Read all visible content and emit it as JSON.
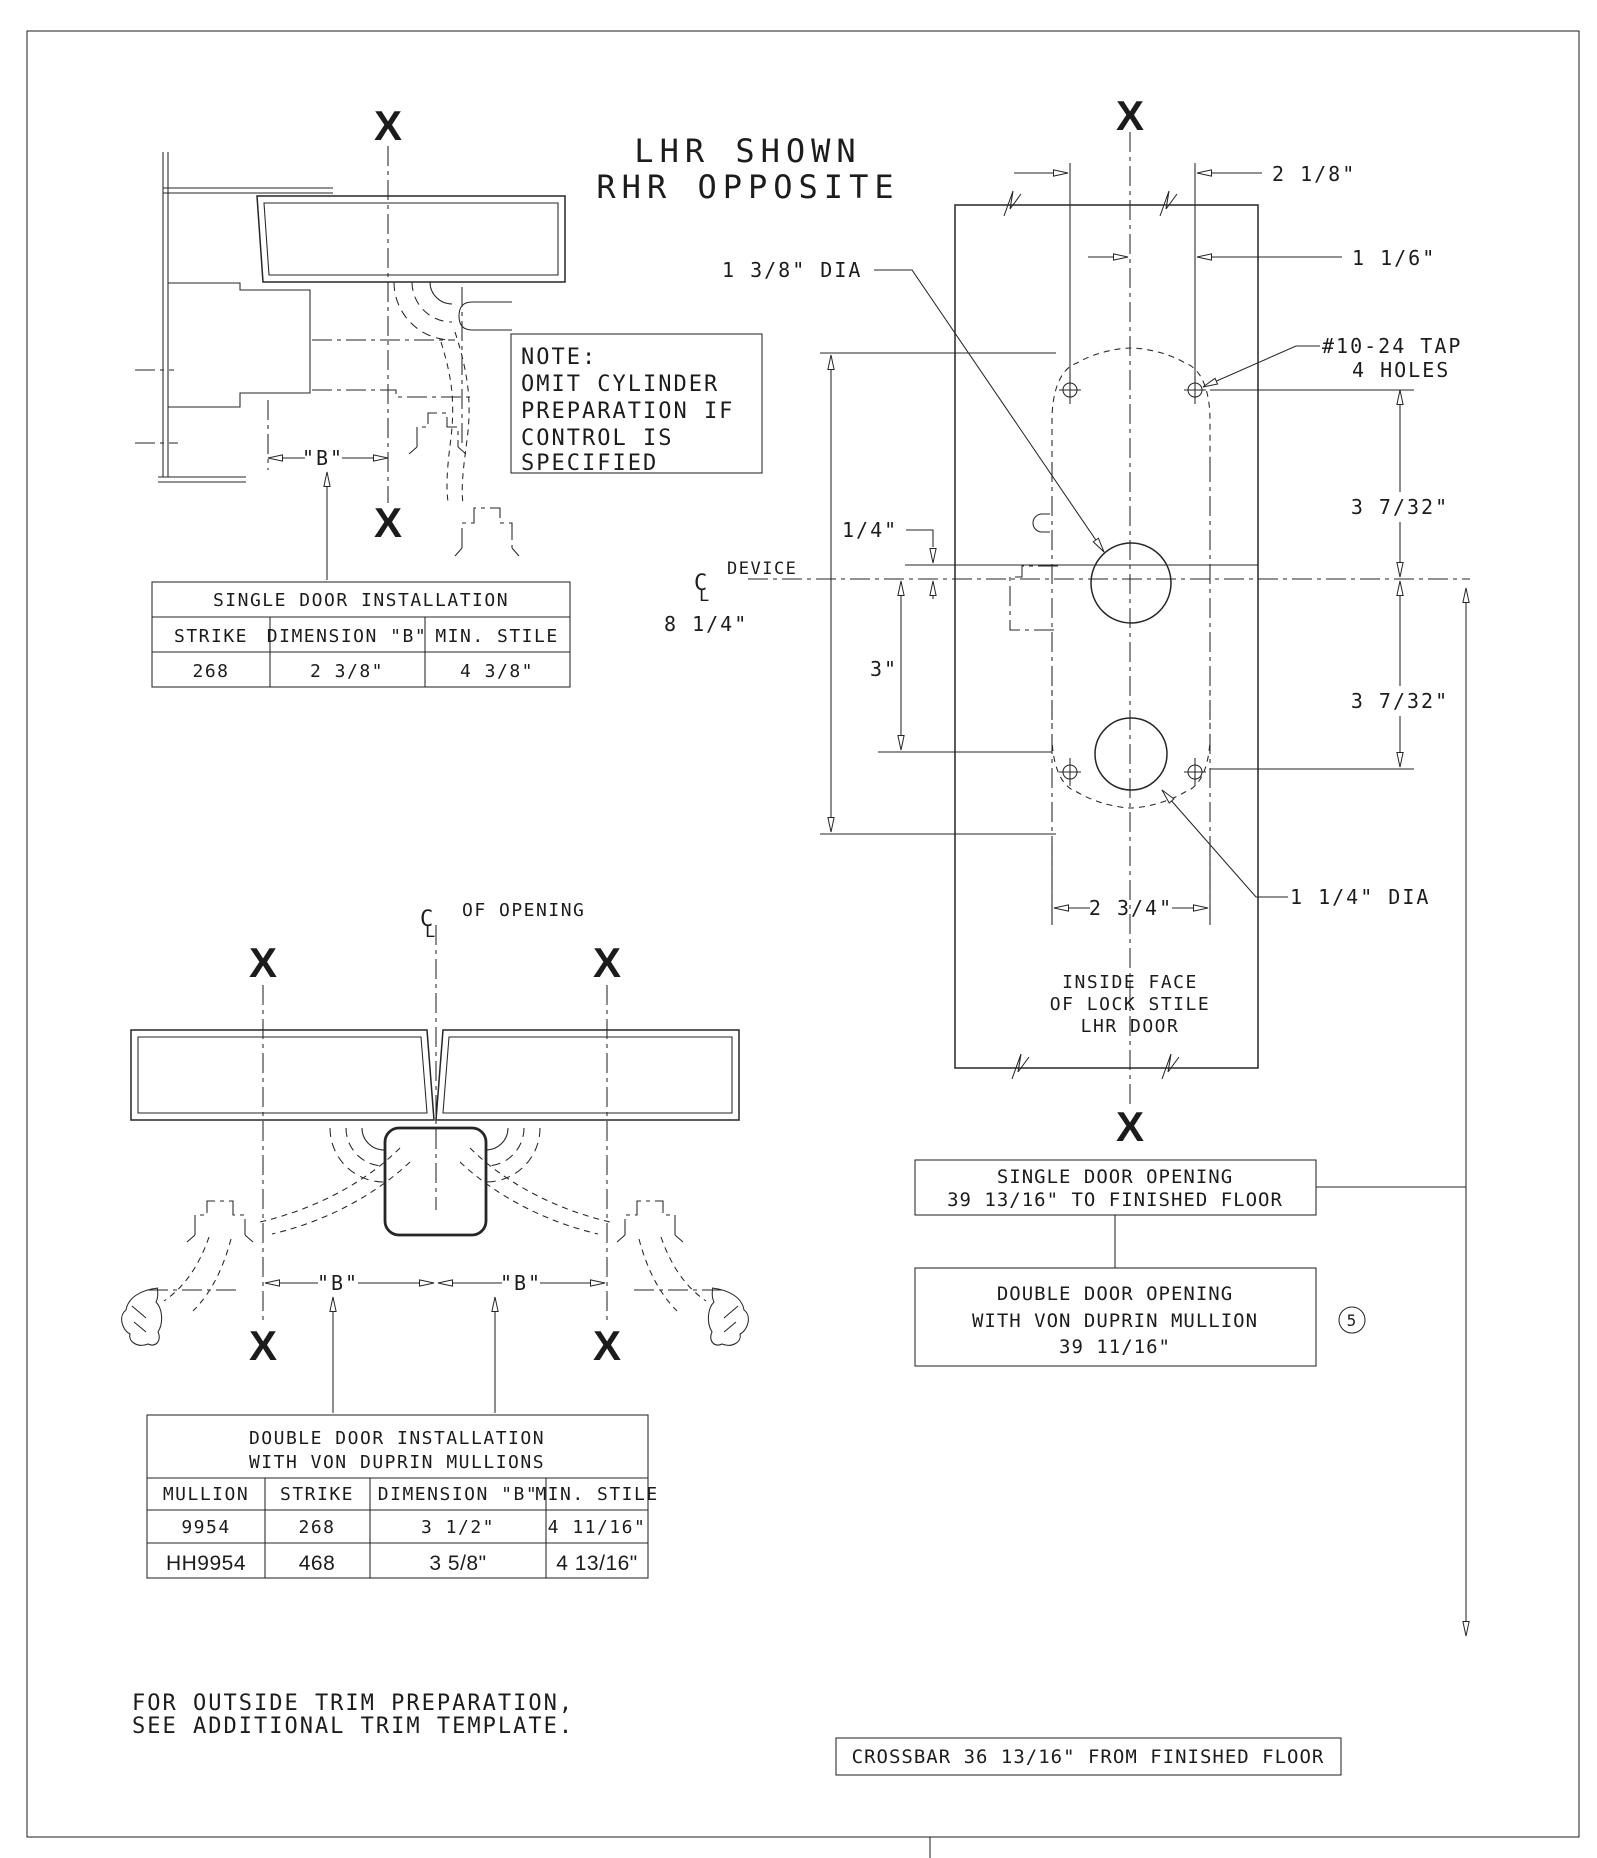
{
  "titles": {
    "line1": "LHR SHOWN",
    "line2": "RHR OPPOSITE"
  },
  "note": {
    "l1": "NOTE:",
    "l2": "OMIT CYLINDER",
    "l3": "PREPARATION IF",
    "l4": "CONTROL IS",
    "l5": "SPECIFIED"
  },
  "labels": {
    "x": "X",
    "cl_c": "C",
    "cl_l": "L",
    "device": "DEVICE",
    "of_opening": "OF OPENING",
    "inside_face_1": "INSIDE FACE",
    "inside_face_2": "OF LOCK STILE",
    "inside_face_3": "LHR DOOR"
  },
  "dims": {
    "dia_top": "1 3/8\" DIA",
    "tap_line1": "#10-24 TAP",
    "tap_line2": "4 HOLES",
    "d2_1_8": "2 1/8\"",
    "d1_1_6": "1 1/6\"",
    "d3_7_32_top": "3 7/32\"",
    "d3_7_32_bot": "3 7/32\"",
    "d1_4": "1/4\"",
    "d8_1_4": "8 1/4\"",
    "d3": "3\"",
    "d2_3_4": "2 3/4\"",
    "dia_bot": "1 1/4\" DIA",
    "b": "\"B\""
  },
  "tables": {
    "single": {
      "title": "SINGLE DOOR INSTALLATION",
      "headers": [
        "STRIKE",
        "DIMENSION \"B\"",
        "MIN. STILE"
      ],
      "rows": [
        [
          "268",
          "2 3/8\"",
          "4 3/8\""
        ]
      ]
    },
    "double": {
      "title_line1": "DOUBLE DOOR INSTALLATION",
      "title_line2": "WITH VON DUPRIN MULLIONS",
      "headers": [
        "MULLION",
        "STRIKE",
        "DIMENSION \"B\"",
        "MIN. STILE"
      ],
      "rows": [
        [
          "9954",
          "268",
          "3 1/2\"",
          "4 11/16\""
        ],
        [
          "HH9954",
          "468",
          "3 5/8\"",
          "4 13/16\""
        ]
      ]
    }
  },
  "boxes": {
    "single_opening_1": "SINGLE DOOR OPENING",
    "single_opening_2": "39 13/16\" TO FINISHED FLOOR",
    "double_opening_1": "DOUBLE DOOR OPENING",
    "double_opening_2": "WITH VON DUPRIN MULLION",
    "double_opening_3": "39 11/16\"",
    "ref_number": "5",
    "crossbar": "CROSSBAR 36 13/16\" FROM FINISHED FLOOR"
  },
  "footer": {
    "trim_note_1": "FOR OUTSIDE TRIM PREPARATION,",
    "trim_note_2": "SEE ADDITIONAL TRIM TEMPLATE."
  }
}
